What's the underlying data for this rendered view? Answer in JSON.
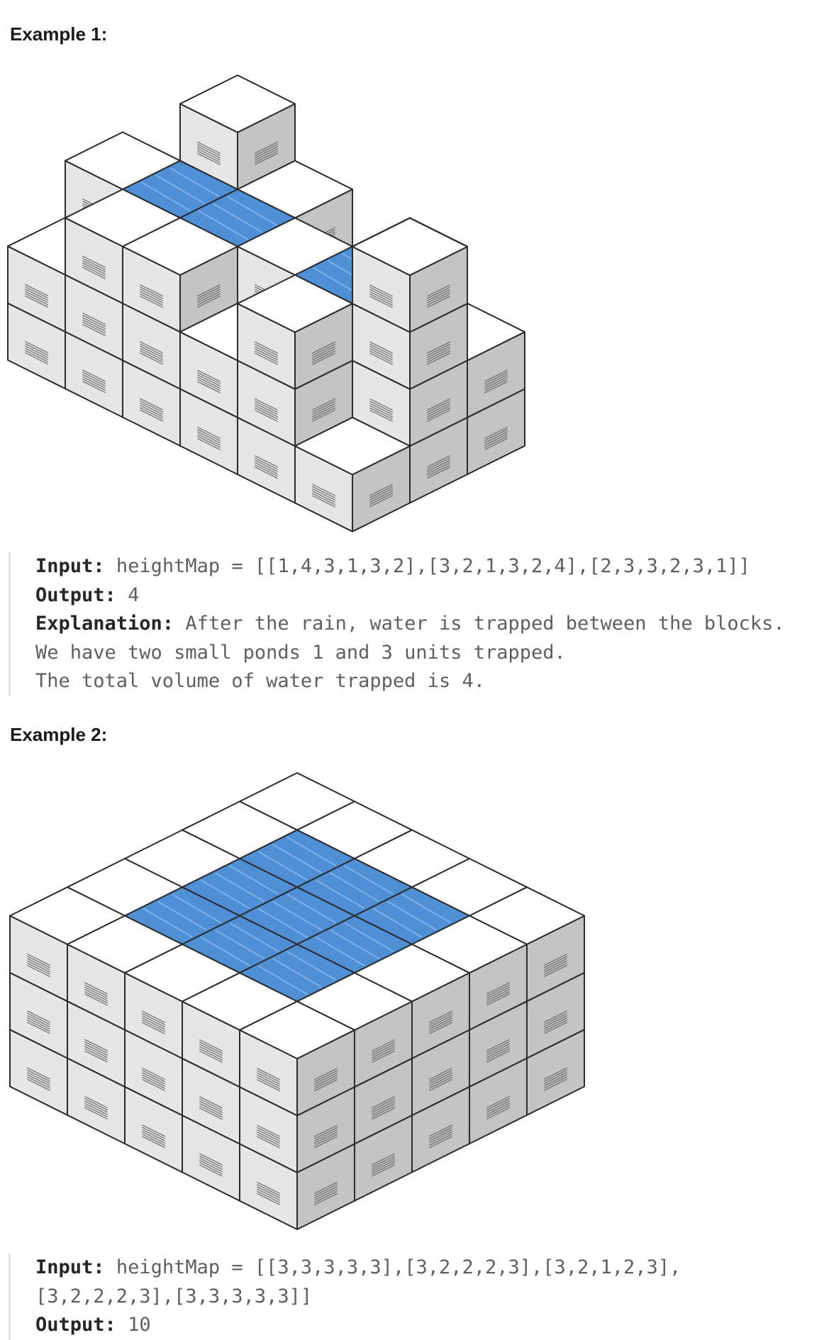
{
  "examples": [
    {
      "title": "Example 1:",
      "input_label": "Input:",
      "input_value": "heightMap = [[1,4,3,1,3,2],[3,2,1,3,2,4],[2,3,3,2,3,1]]",
      "output_label": "Output:",
      "output_value": "4",
      "explanation_label": "Explanation:",
      "explanation_lines": [
        "After the rain, water is trapped between the blocks.",
        "We have two small ponds 1 and 3 units trapped.",
        "The total volume of water trapped is 4."
      ],
      "heightMap": [
        [
          1,
          4,
          3,
          1,
          3,
          2
        ],
        [
          3,
          2,
          1,
          3,
          2,
          4
        ],
        [
          2,
          3,
          3,
          2,
          3,
          1
        ]
      ]
    },
    {
      "title": "Example 2:",
      "input_label": "Input:",
      "input_value_line1": "heightMap = [[3,3,3,3,3],[3,2,2,2,3],[3,2,1,2,3],",
      "input_value_line2": "[3,2,2,2,3],[3,3,3,3,3]]",
      "output_label": "Output:",
      "output_value": "10",
      "heightMap": [
        [
          3,
          3,
          3,
          3,
          3
        ],
        [
          3,
          2,
          2,
          2,
          3
        ],
        [
          3,
          2,
          1,
          2,
          3
        ],
        [
          3,
          2,
          2,
          2,
          3
        ],
        [
          3,
          3,
          3,
          3,
          3
        ]
      ]
    }
  ],
  "colors": {
    "water": "#4f8fd6",
    "water_stripe": "#7fb0e8",
    "top": "#ffffff",
    "left_face": "#e6e6e6",
    "right_face": "#c4c4c4",
    "edge": "#2b2b2b"
  }
}
